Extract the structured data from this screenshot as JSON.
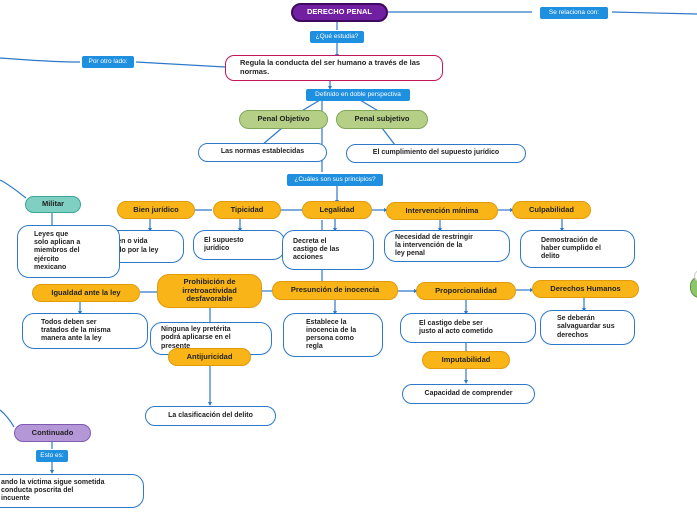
{
  "root": {
    "title": "DERECHO PENAL"
  },
  "connectors": {
    "relaciona": "Se relaciona con:",
    "que_estudia": "¿Qué estudia?",
    "por_otro_lado": "Por otro lado:",
    "definido": "Definido en doble perspectiva",
    "principios": "¿Cuáles son sus principios?",
    "esto_es": "Esto es:"
  },
  "definicion": "Regula la conducta del ser humano a través de las normas.",
  "perspectivas": {
    "objetivo": {
      "label": "Penal Objetivo",
      "desc": "Las normas establecidas"
    },
    "subjetivo": {
      "label": "Penal subjetivo",
      "desc": "El cumplimiento del supuesto jurídico"
    }
  },
  "principios": {
    "bien_juridico": {
      "label": "Bien jurídico",
      "desc": "bien o vida\ngido por la ley"
    },
    "tipicidad": {
      "label": "Tipicidad",
      "desc": "El supuesto\njurídico"
    },
    "legalidad": {
      "label": "Legalidad",
      "desc": "Decreta el\ncastigo de las\nacciones"
    },
    "intervencion": {
      "label": "Intervención mínima",
      "desc": "Necesidad de restringir\nla intervención de la\nley penal"
    },
    "culpabilidad": {
      "label": "Culpabilidad",
      "desc": "Demostración de\nhaber cumplido el\ndelito"
    },
    "igualdad": {
      "label": "Igualdad ante la ley",
      "desc": "Todos deben ser\ntratados de la misma\nmanera ante la ley"
    },
    "prohibicion": {
      "label": "Prohibición de\nirretroactividad\ndesfavorable",
      "desc": "Ninguna ley pretérita\npodrá aplicarse en el\npresente"
    },
    "presuncion": {
      "label": "Presunción de inocencia",
      "desc": "Establece la\ninocencia de la\npersona como\nregla"
    },
    "proporcionalidad": {
      "label": "Proporcionalidad",
      "desc": "El castigo debe ser\njusto al acto cometido"
    },
    "derechos_humanos": {
      "label": "Derechos Humanos",
      "desc": "Se deberán\nsalvaguardar sus\nderechos"
    },
    "antijuricidad": {
      "label": "Antijuricidad",
      "desc": "La clasificación del delito"
    },
    "imputabilidad": {
      "label": "Imputabilidad",
      "desc": "Capacidad de comprender"
    }
  },
  "militar": {
    "label": "Militar",
    "desc": "Leyes que\nsolo aplican a\nmiembros del\nejército\nmexicano"
  },
  "continuado": {
    "label": "Continuado",
    "desc": "ando la víctima sigue sometida\n conducta poscrita del\nincuente"
  },
  "colors": {
    "principle": "#f9b517",
    "perspective": "#b5cf86",
    "connector": "#1f8fe0",
    "root": "#7020a0",
    "line": "#2d78c8",
    "definition_border": "#c2185b"
  }
}
